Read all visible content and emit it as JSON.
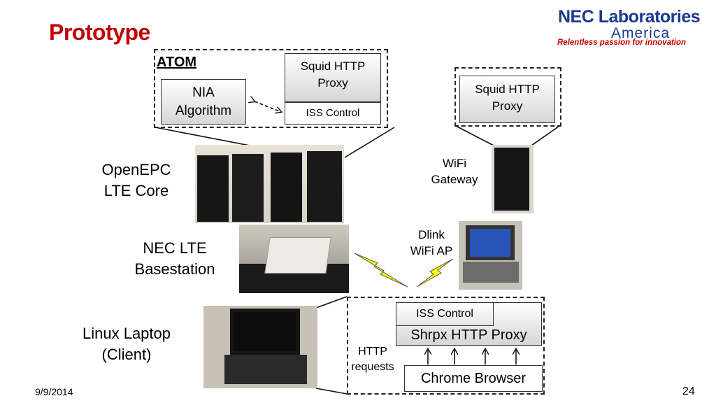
{
  "slide": {
    "title": "Prototype",
    "date": "9/9/2014",
    "page_number": "24"
  },
  "logo": {
    "name": "NEC Laboratories",
    "region": "America",
    "tagline": "Relentless passion for innovation"
  },
  "atom_group": {
    "label": "ATOM",
    "nia_line1": "NIA",
    "nia_line2": "Algorithm",
    "squid_line1": "Squid HTTP",
    "squid_line2": "Proxy",
    "iss_control": "ISS Control"
  },
  "wifi_group": {
    "squid_line1": "Squid HTTP",
    "squid_line2": "Proxy"
  },
  "labels": {
    "openepc_line1": "OpenEPC",
    "openepc_line2": "LTE Core",
    "wifi_gateway_line1": "WiFi",
    "wifi_gateway_line2": "Gateway",
    "nec_lte_line1": "NEC LTE",
    "nec_lte_line2": "Basestation",
    "dlink_line1": "Dlink",
    "dlink_line2": "WiFi AP",
    "linux_line1": "Linux Laptop",
    "linux_line2": "(Client)",
    "http_line1": "HTTP",
    "http_line2": "requests"
  },
  "client_group": {
    "iss_control": "ISS Control",
    "shrpx_proxy": "Shrpx HTTP Proxy",
    "chrome_browser": "Chrome Browser"
  },
  "colors": {
    "title_red": "#c00000",
    "logo_blue": "#1a3a8f",
    "lightning_yellow": "#ffff00"
  }
}
